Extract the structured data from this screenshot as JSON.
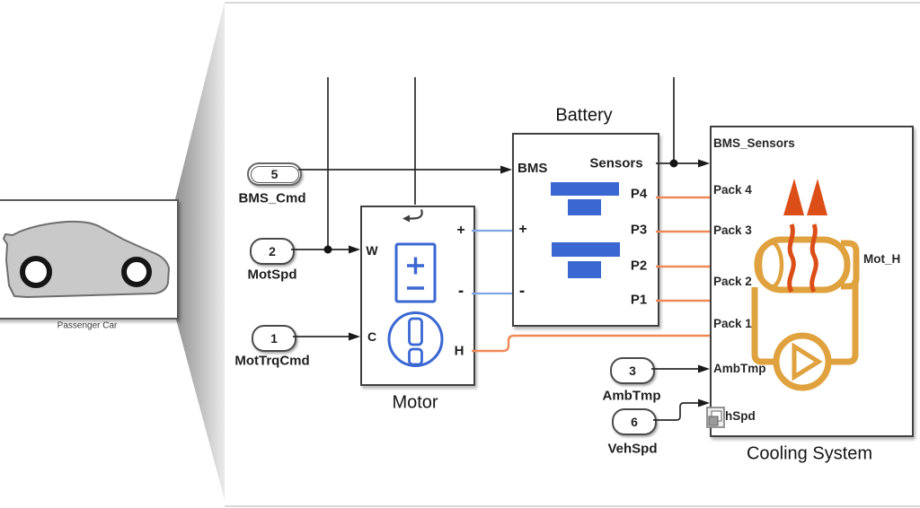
{
  "car": {
    "label": "Passenger Car"
  },
  "inports": {
    "bms_cmd": {
      "number": "5",
      "label": "BMS_Cmd"
    },
    "mot_spd": {
      "number": "2",
      "label": "MotSpd"
    },
    "mot_trq_cmd": {
      "number": "1",
      "label": "MotTrqCmd"
    },
    "amb_tmp": {
      "number": "3",
      "label": "AmbTmp"
    },
    "veh_spd": {
      "number": "6",
      "label": "VehSpd"
    }
  },
  "motor": {
    "title": "Motor",
    "port_w": "W",
    "port_c": "C",
    "port_plus": "+",
    "port_minus": "-",
    "port_h": "H"
  },
  "battery": {
    "title": "Battery",
    "port_bms": "BMS",
    "port_plus": "+",
    "port_minus": "-",
    "port_sensors": "Sensors",
    "port_p4": "P4",
    "port_p3": "P3",
    "port_p2": "P2",
    "port_p1": "P1"
  },
  "cooling": {
    "title": "Cooling System",
    "port_bms_sensors": "BMS_Sensors",
    "port_pack4": "Pack 4",
    "port_pack3": "Pack 3",
    "port_pack2": "Pack 2",
    "port_pack1": "Pack 1",
    "port_amb_tmp": "AmbTmp",
    "port_veh_spd": "hSpd",
    "label_mot_h": "Mot_H"
  },
  "colors": {
    "wire_black": "#2a2a2a",
    "wire_orange": "#ef8a58",
    "wire_blue": "#7fa9e6",
    "icon_blue": "#3a67d2",
    "icon_gold": "#dfa23e",
    "icon_flame": "#dc4e17"
  }
}
